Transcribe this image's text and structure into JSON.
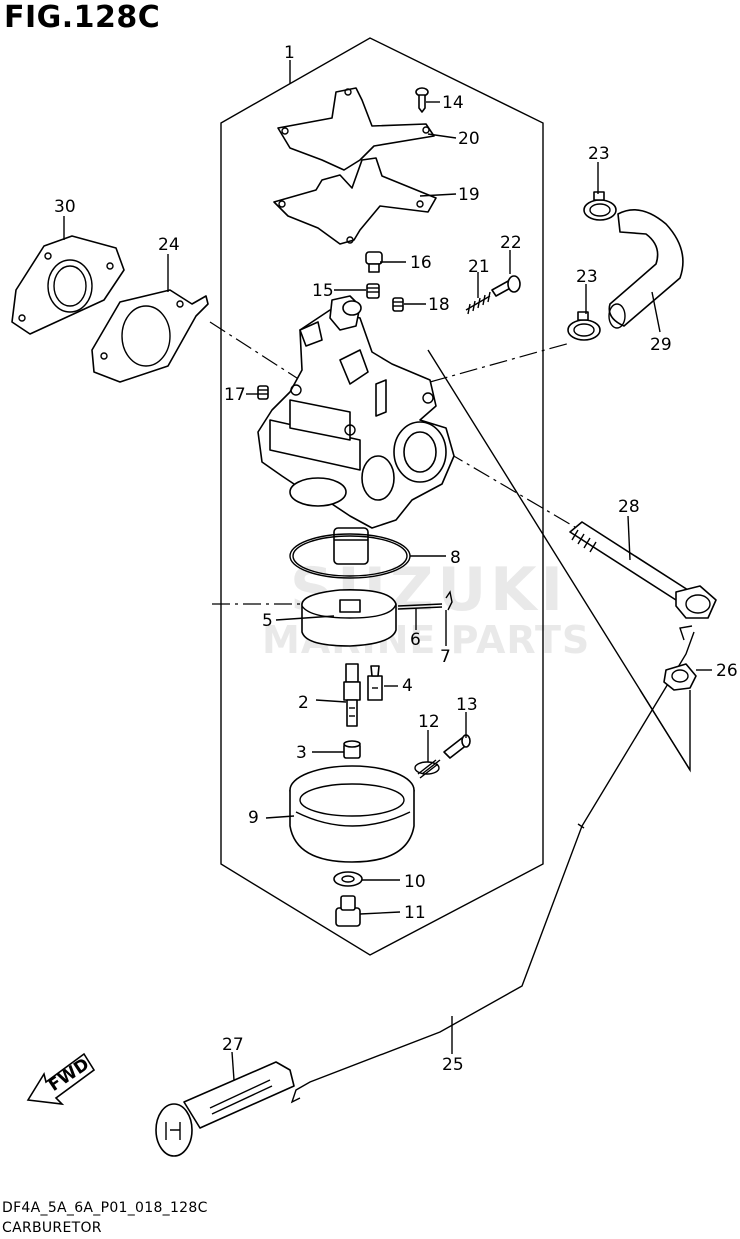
{
  "figure": {
    "title": "FIG.128C",
    "code": "DF4A_5A_6A_P01_018_128C",
    "name": "CARBURETOR"
  },
  "watermark": {
    "line1": "SUZUKI",
    "line2": "MARINE PARTS"
  },
  "fwd_label": "FWD",
  "callouts": [
    "1",
    "2",
    "3",
    "4",
    "5",
    "6",
    "7",
    "8",
    "9",
    "10",
    "11",
    "12",
    "13",
    "14",
    "15",
    "16",
    "17",
    "18",
    "19",
    "20",
    "21",
    "22",
    "23",
    "23",
    "24",
    "25",
    "26",
    "27",
    "28",
    "29",
    "30"
  ]
}
